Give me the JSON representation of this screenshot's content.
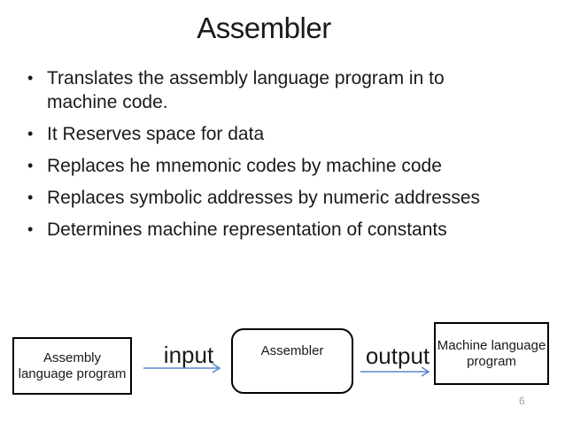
{
  "slide": {
    "title": "Assembler",
    "bullet_glyph": "•",
    "bullets": [
      "Translates the assembly language program in to machine code.",
      "It Reserves space for data",
      "Replaces he mnemonic codes by machine code",
      "Replaces symbolic addresses by numeric addresses",
      "Determines machine representation of constants"
    ],
    "page_number": "6"
  },
  "diagram": {
    "nodes": [
      {
        "id": "assembly-language-program",
        "shape": "rectangle",
        "lines": [
          "Assembly",
          "language program"
        ]
      },
      {
        "id": "assembler",
        "shape": "rounded-rectangle",
        "lines": [
          "Assembler"
        ]
      },
      {
        "id": "machine-language-program",
        "shape": "rectangle",
        "lines": [
          "Machine language",
          "program"
        ]
      }
    ],
    "edges": [
      {
        "from": "assembly-language-program",
        "to": "assembler",
        "label": "input"
      },
      {
        "from": "assembler",
        "to": "machine-language-program",
        "label": "output"
      }
    ]
  },
  "colors": {
    "background": "#ffffff",
    "text": "#1a1a1a",
    "box_border": "#000000",
    "arrow": "#5b87d0",
    "page_number": "#a6a6a6"
  }
}
